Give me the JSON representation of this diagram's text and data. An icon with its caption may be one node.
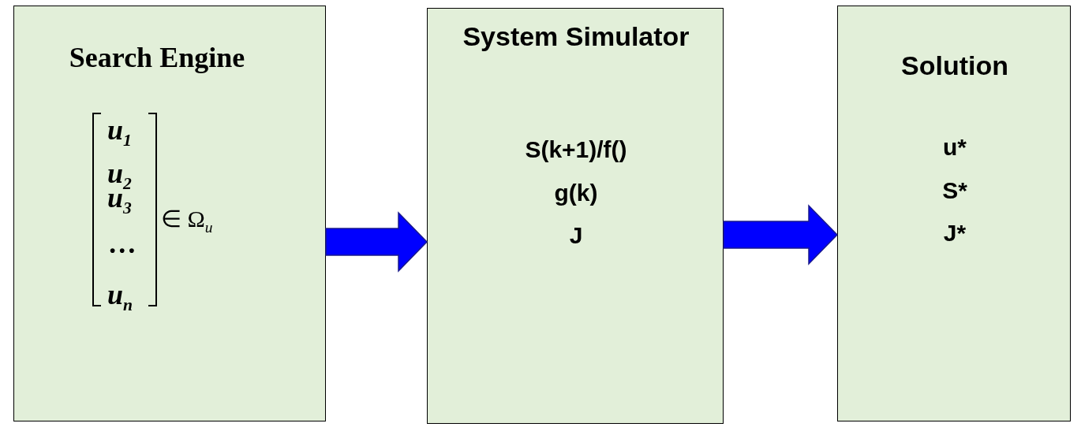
{
  "diagram": {
    "nodes": [
      {
        "text": [
          "Search Engine",
          "u$_{1}$",
          "u$_{2}$",
          "u$_{3}$",
          "…",
          "u$_{n}$",
          "∈ Ω$_{u}$"
        ]
      },
      {
        "text": [
          "System Simulator",
          "S(k+1)/f()",
          "g(k)",
          "J"
        ]
      },
      {
        "text": [
          "Solution",
          "u*",
          "S*",
          "J*"
        ]
      }
    ],
    "edges": [
      {
        "from": 0,
        "to": 1,
        "arrow": "to",
        "style": "thick"
      },
      {
        "from": 1,
        "to": 2,
        "arrow": "to",
        "style": "thick"
      }
    ]
  }
}
